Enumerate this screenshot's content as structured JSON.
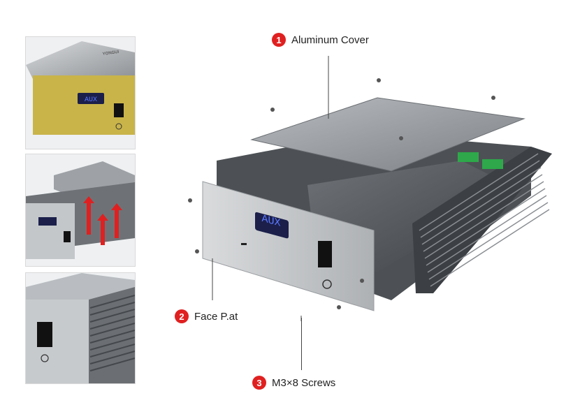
{
  "callouts": [
    {
      "number": "1",
      "label": "Aluminum Cover"
    },
    {
      "number": "2",
      "label": "Face P.at"
    },
    {
      "number": "3",
      "label": "M3×8 Screws"
    }
  ],
  "colors": {
    "badge": "#e02020",
    "aluminum": "#b8bcc0",
    "dark_aluminum": "#5a5e63",
    "gold_panel": "#c9b44a",
    "display": "#1b1f4a",
    "display_digits": "#5a78ff",
    "terminal_green": "#2ea84a"
  },
  "panel": {
    "display_text": "AUX",
    "brand_thumb": "YONGUI"
  }
}
